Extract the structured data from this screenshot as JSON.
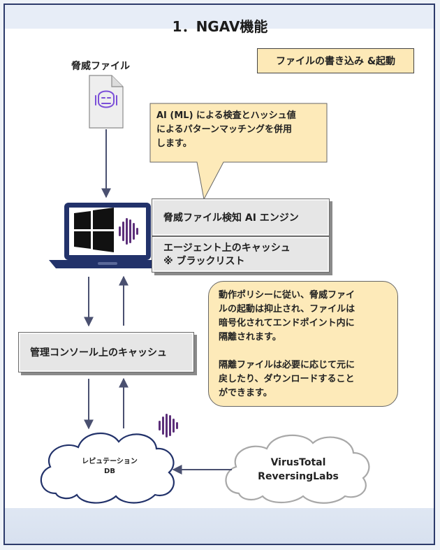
{
  "title": "1．NGAV機能",
  "tag_label": "ファイルの書き込み &起動",
  "threat_file_label": "脅威ファイル",
  "callout_text": "AI (ML) による検査とハッシュ値\nによるパターンマッチングを併用\nします。",
  "engine_label": "脅威ファイル検知 AI エンジン",
  "agent_cache_text": "エージェント上のキャッシュ\n※ ブラックリスト",
  "console_cache_label": "管理コンソール上のキャッシュ",
  "policy_note_text": "動作ポリシーに従い、脅威ファイ\nルの起動は抑止され、ファイルは\n暗号化されてエンドポイント内に\n隔離されます。\n\n隔離ファイルは必要に応じて元に\n戻したり、ダウンロードすること\nができます。",
  "reputation_db_text": "レピュテーション\nDB",
  "external_sources_text": "VirusTotal\nReversingLabs",
  "colors": {
    "navy": "#22326a",
    "note_fill": "#fdeab9",
    "box_fill": "#e6e6e6",
    "brand_purple": "#5c2f7a",
    "icon_purple": "#7b4fd8"
  },
  "icons": [
    "threat-file-icon",
    "laptop-icon",
    "windows-logo-icon",
    "brand-logo-icon"
  ]
}
